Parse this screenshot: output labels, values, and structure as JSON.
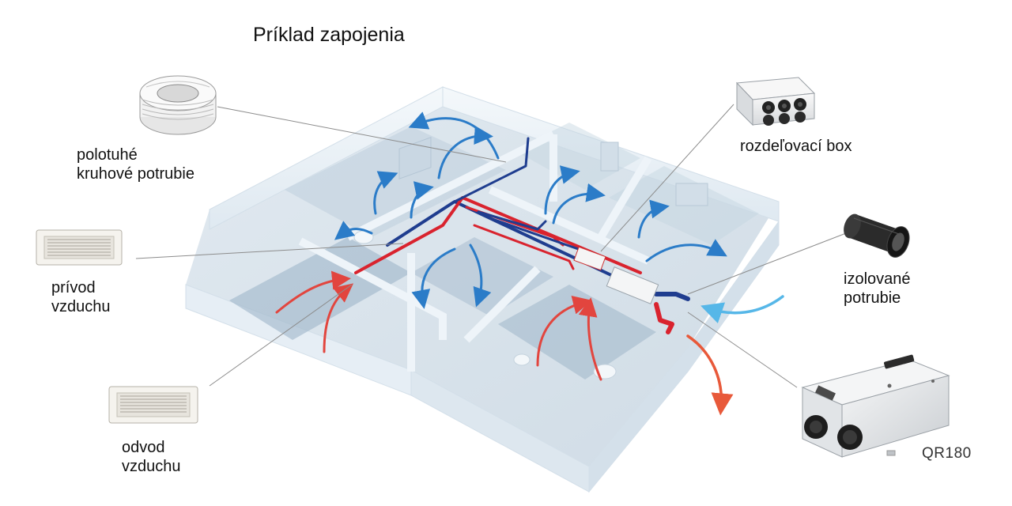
{
  "title": "Príklad zapojenia",
  "labels": {
    "pipe_semi_rigid": [
      "polotuhé",
      "kruhové potrubie"
    ],
    "distribution_box": "rozdeľovací box",
    "supply_air": [
      "prívod",
      "vzduchu"
    ],
    "insulated_pipe": [
      "izolované",
      "potrubie"
    ],
    "exhaust_air": [
      "odvod",
      "vzduchu"
    ]
  },
  "unit_model": "QR180",
  "colors": {
    "supply_duct": "#d9232e",
    "extract_duct": "#1f3d8f",
    "supply_arrow": "#e2453e",
    "extract_arrow": "#2b7cc8",
    "outdoor_arrow": "#6ec6ee",
    "leader_line": "#8c8c8c",
    "wall": "#e8f1f8",
    "floor": "#b7c9d8"
  },
  "icons": [
    "coiled-pipe-icon",
    "distribution-box-icon",
    "air-grille-icon",
    "insulated-pipe-icon",
    "ventilation-unit-icon"
  ]
}
